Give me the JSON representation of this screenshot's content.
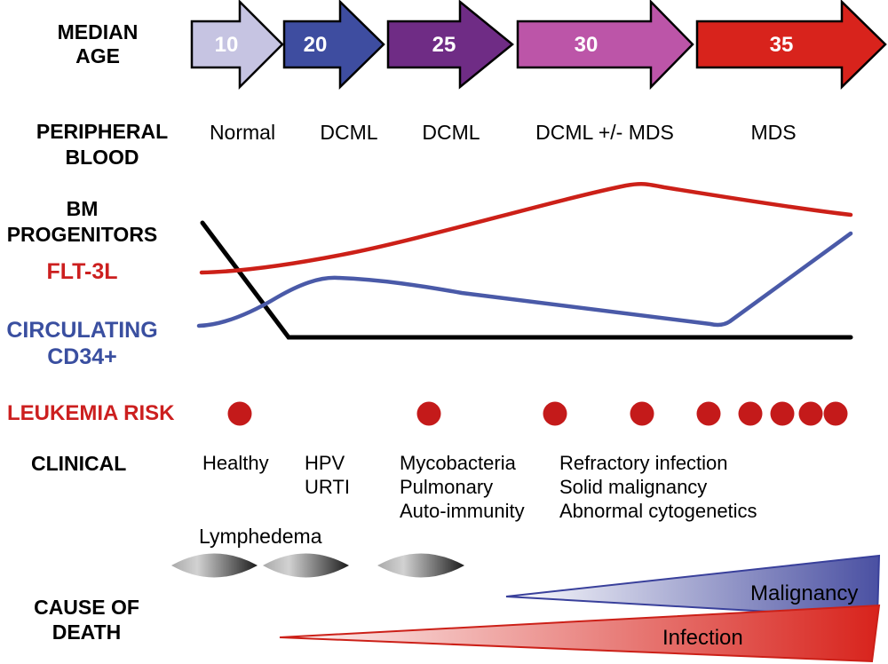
{
  "colors": {
    "background": "#ffffff",
    "black": "#000000",
    "white": "#ffffff",
    "arrow_age_10": "#c6c4e2",
    "arrow_age_20": "#3e4da0",
    "arrow_age_25": "#6f2c85",
    "arrow_age_30": "#bc55a8",
    "arrow_age_35": "#d8231c",
    "flt3l_red": "#cc2018",
    "cd34_blue": "#4a5aa8",
    "leukemia_red": "#c41a1a",
    "label_red": "#cc1f1f",
    "label_blue": "#3a4fa0",
    "malignancy_blue": "#4a50a2",
    "malignancy_border": "#39409b",
    "infection_red": "#d8231c",
    "infection_border": "#cc2018",
    "lens_light": "#d2d2d2",
    "lens_dark": "#1c1c1c"
  },
  "median_age": {
    "label_line1": "MEDIAN",
    "label_line2": "AGE",
    "arrows": [
      {
        "value": "10"
      },
      {
        "value": "20"
      },
      {
        "value": "25"
      },
      {
        "value": "30"
      },
      {
        "value": "35"
      }
    ]
  },
  "peripheral_blood": {
    "label_line1": "PERIPHERAL",
    "label_line2": "BLOOD",
    "stages": [
      {
        "name": "Normal"
      },
      {
        "name": "DCML"
      },
      {
        "name": "DCML"
      },
      {
        "name": "DCML +/- MDS"
      },
      {
        "name": "MDS"
      }
    ]
  },
  "curves": {
    "bm_label_line1": "BM",
    "bm_label_line2": "PROGENITORS",
    "flt3l_label": "FLT-3L",
    "cd34_label_line1": "CIRCULATING",
    "cd34_label_line2": "CD34+",
    "series": [
      {
        "name": "BM PROGENITORS",
        "color": "#000000",
        "trend": "high at youngest age, declines steeply, flat near baseline from ~age 25 onward"
      },
      {
        "name": "FLT-3L",
        "color": "#cc2018",
        "trend": "near-normal at start, rises steadily, peaks around age 30, mild decline by age 35"
      },
      {
        "name": "CIRCULATING CD34+",
        "color": "#4a5aa8",
        "trend": "low at start, small peak near age 20, slow decline, sharp rise at age 35"
      }
    ]
  },
  "leukemia_risk": {
    "label": "LEUKEMIA RISK",
    "dot_count": 9
  },
  "clinical": {
    "label": "CLINICAL",
    "columns": [
      {
        "lines": [
          "Healthy"
        ]
      },
      {
        "lines": [
          "HPV",
          "URTI"
        ]
      },
      {
        "lines": [
          "Mycobacteria",
          "Pulmonary",
          "Auto-immunity"
        ]
      },
      {
        "lines": [
          "Refractory infection",
          "Solid malignancy",
          "Abnormal cytogenetics"
        ]
      }
    ],
    "lymphedema_label": "Lymphedema",
    "lens_count": 3
  },
  "cause_of_death": {
    "label_line1": "CAUSE OF",
    "label_line2": "DEATH",
    "wedges": [
      {
        "name": "Malignancy"
      },
      {
        "name": "Infection"
      }
    ]
  }
}
